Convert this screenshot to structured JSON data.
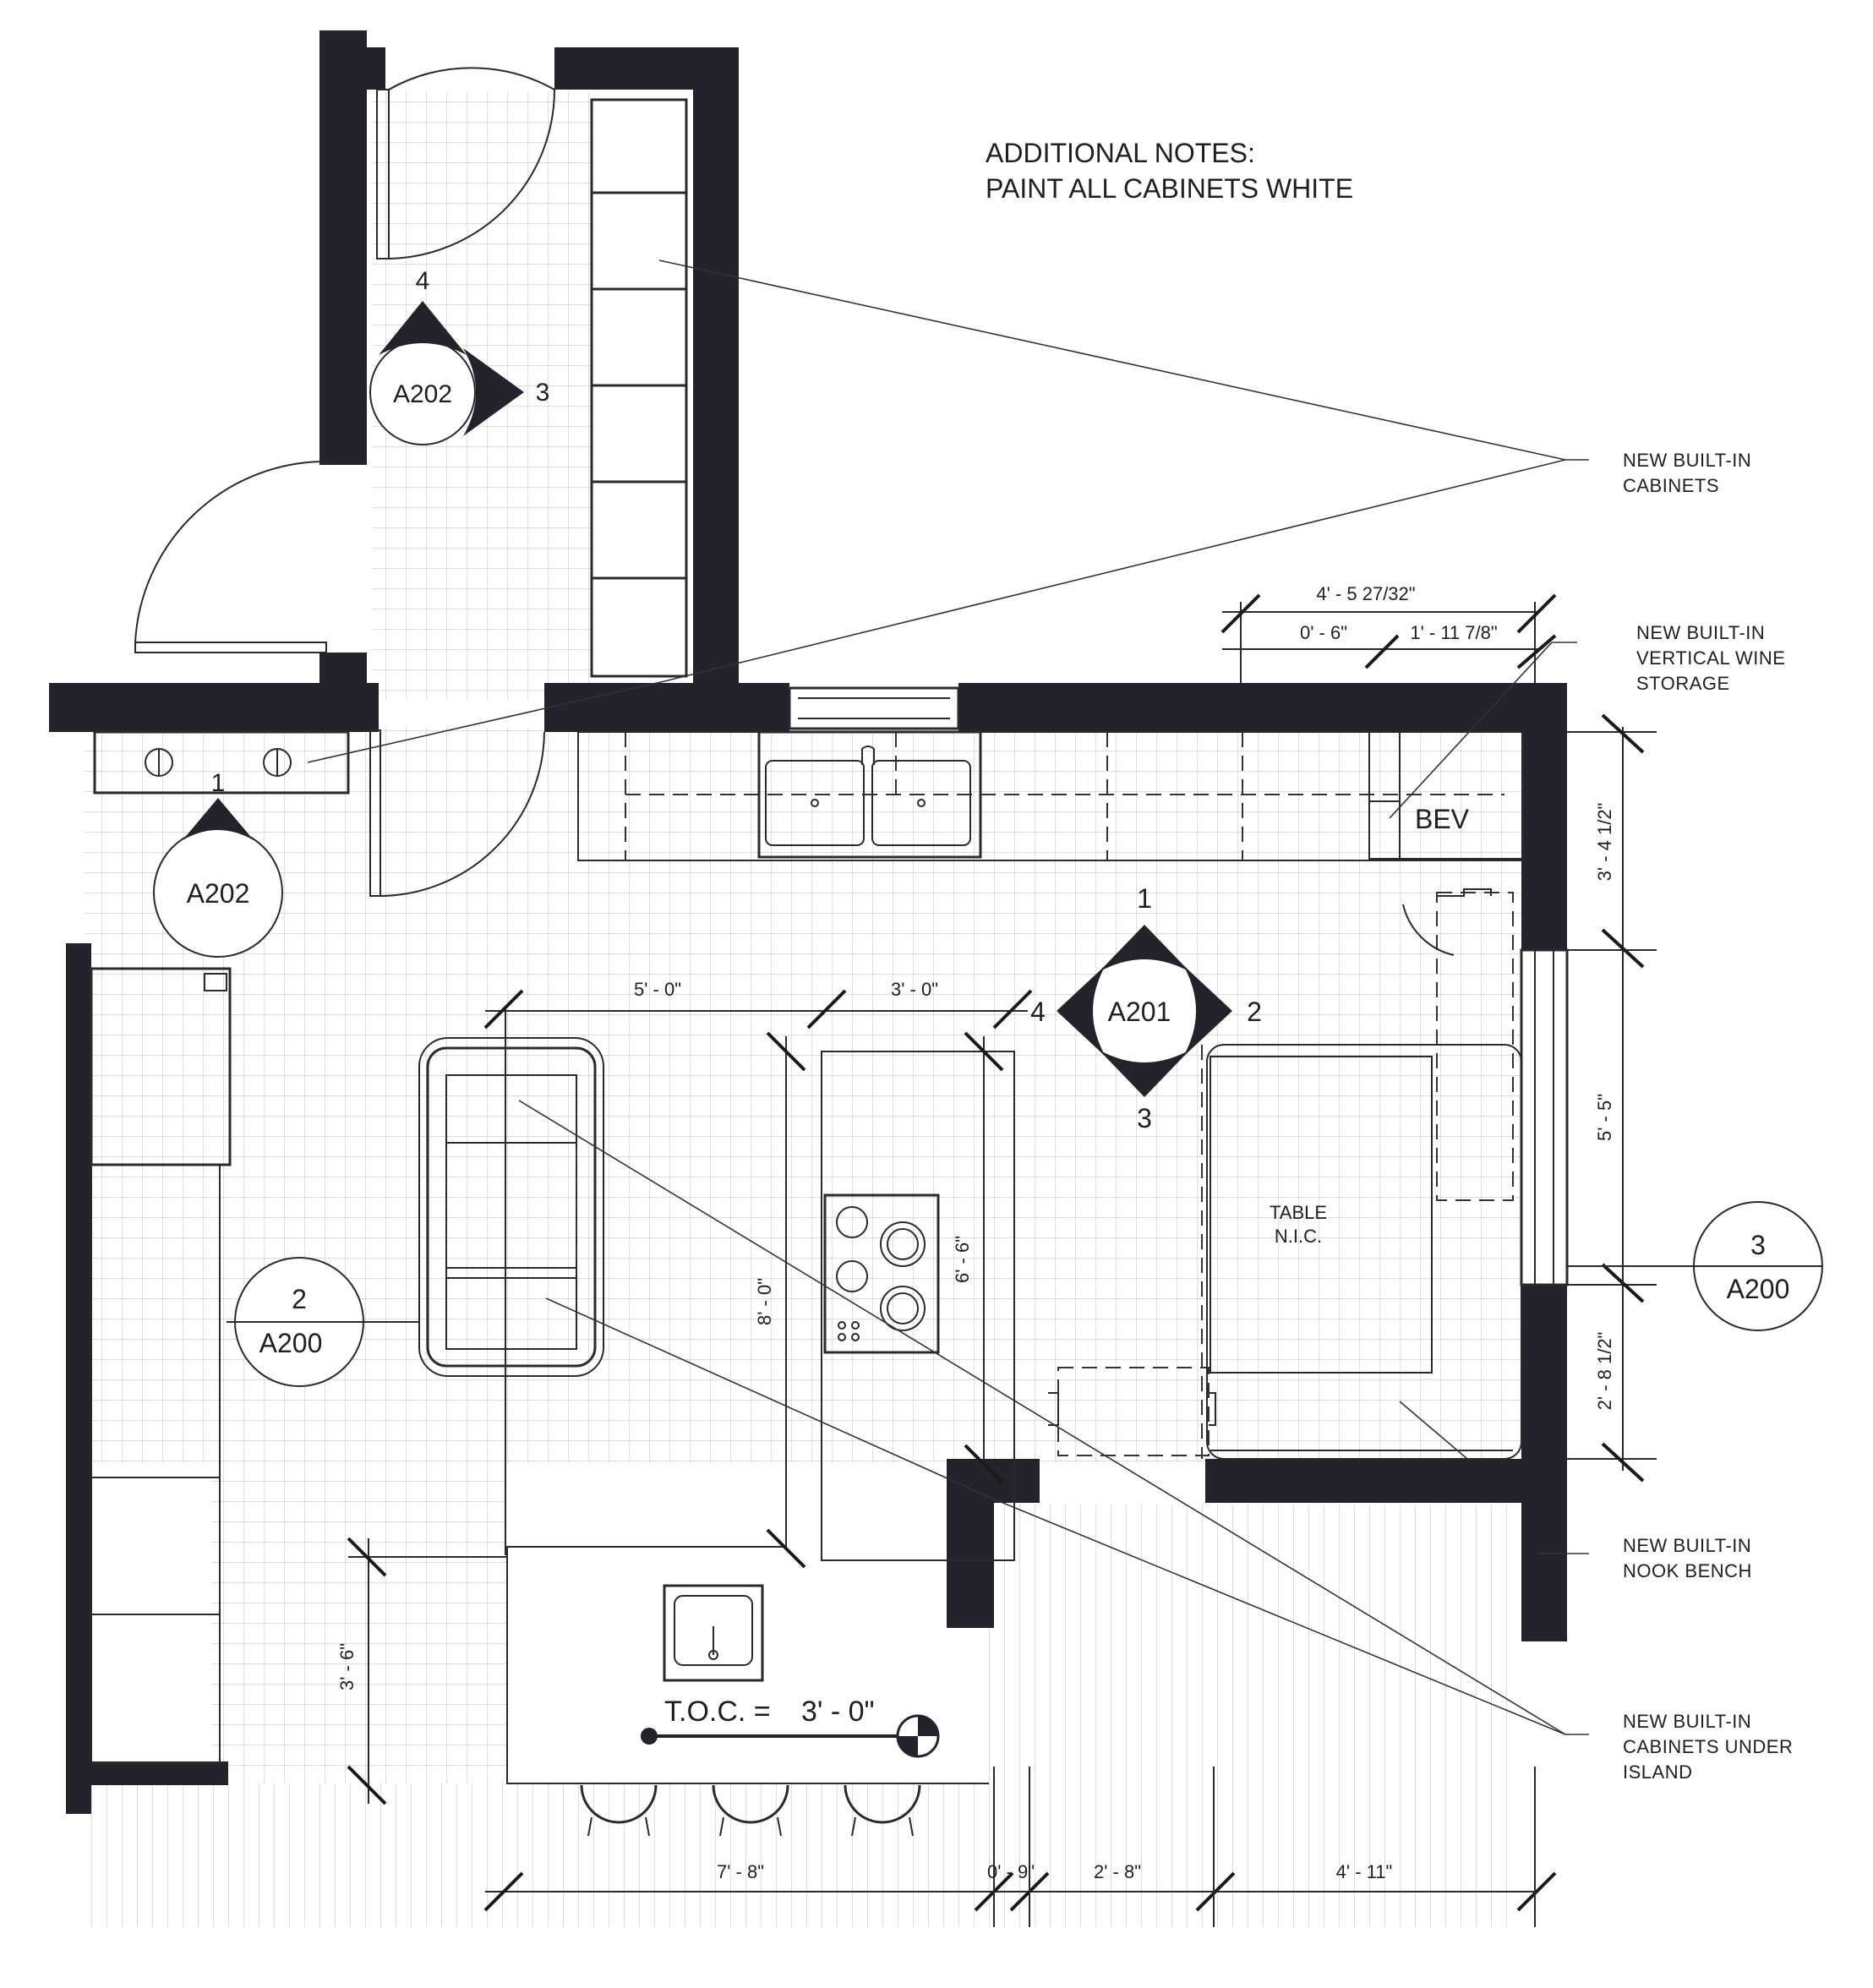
{
  "notes": {
    "heading": "ADDITIONAL NOTES:",
    "line1": "PAINT ALL CABINETS WHITE"
  },
  "callouts": {
    "cabinets_line1": "NEW BUILT-IN",
    "cabinets_line2": "CABINETS",
    "wine_line1": "NEW BUILT-IN",
    "wine_line2": "VERTICAL WINE",
    "wine_line3": "STORAGE",
    "bench_line1": "NEW BUILT-IN",
    "bench_line2": "NOOK BENCH",
    "island_line1": "NEW BUILT-IN",
    "island_line2": "CABINETS UNDER",
    "island_line3": "ISLAND"
  },
  "room_labels": {
    "bev": "BEV",
    "table_line1": "TABLE",
    "table_line2": "N.I.C.",
    "toc_label": "T.O.C. =",
    "toc_value": "3' - 0\""
  },
  "section_markers": {
    "a202_upper": {
      "sheet": "A202",
      "num_top": "4",
      "num_right": "3"
    },
    "a202_lower": {
      "sheet": "A202",
      "num_top": "1"
    },
    "a201": {
      "sheet": "A201",
      "n1": "1",
      "n2": "2",
      "n3": "3",
      "n4": "4"
    },
    "a200_left": {
      "num": "2",
      "sheet": "A200"
    },
    "a200_right": {
      "num": "3",
      "sheet": "A200"
    }
  },
  "dimensions": {
    "top_overall": "4' - 5 27/32\"",
    "top_small": "0' - 6\"",
    "top_right": "1' - 11 7/8\"",
    "right_1": "3' - 4 1/2\"",
    "right_2": "5' - 5\"",
    "right_3": "2' - 8 1/2\"",
    "island_5ft": "5' - 0\"",
    "island_3ft": "3' - 0\"",
    "island_8ft": "8' - 0\"",
    "island_6ft": "6' - 6\"",
    "left_3ft6": "3' - 6\"",
    "bottom_1": "7' - 8\"",
    "bottom_2": "0' - 9\"",
    "bottom_3": "2' - 8\"",
    "bottom_4": "4' - 11\""
  }
}
